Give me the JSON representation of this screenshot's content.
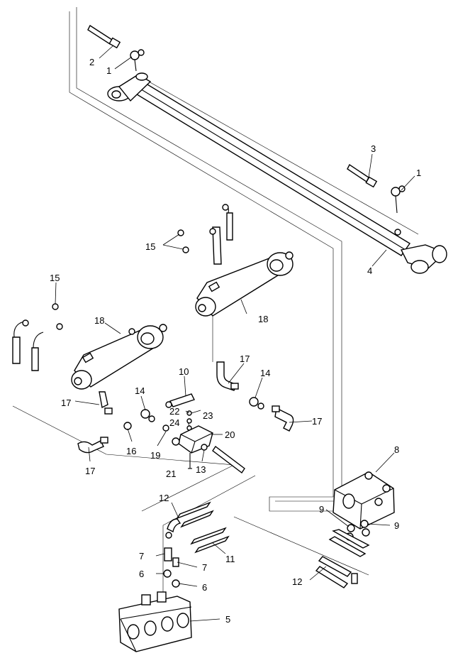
{
  "labels": {
    "l1a": "1",
    "l1b": "1",
    "l2": "2",
    "l3": "3",
    "l4": "4",
    "l5": "5",
    "l6a": "6",
    "l6b": "6",
    "l7a": "7",
    "l7b": "7",
    "l8": "8",
    "l9a": "9",
    "l9b": "9",
    "l10": "10",
    "l11": "11",
    "l12a": "12",
    "l12b": "12",
    "l13": "13",
    "l14a": "14",
    "l14b": "14",
    "l15a": "15",
    "l15b": "15",
    "l16": "16",
    "l17a": "17",
    "l17b": "17",
    "l17c": "17",
    "l17d": "17",
    "l18a": "18",
    "l18b": "18",
    "l19": "19",
    "l20": "20",
    "l21": "21",
    "l22": "22",
    "l23": "23",
    "l24": "24"
  }
}
